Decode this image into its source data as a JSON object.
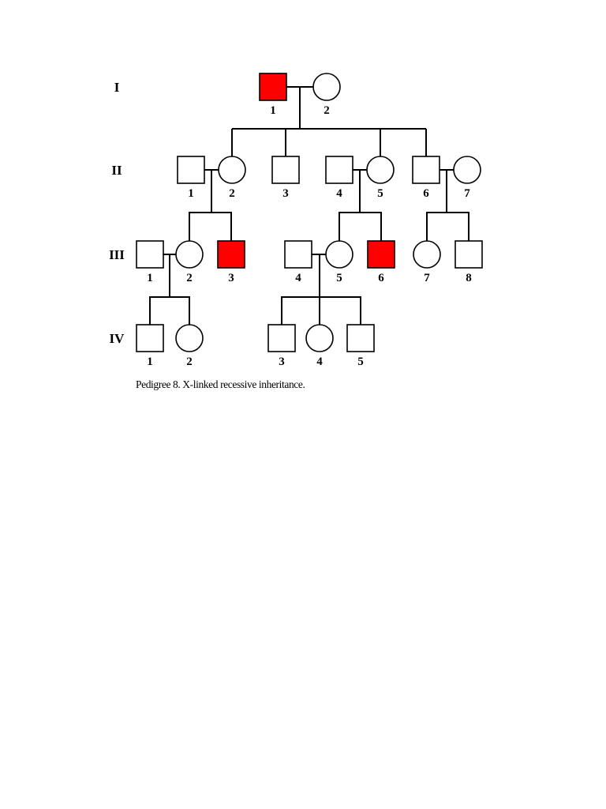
{
  "colors": {
    "affected": "#ff0000",
    "unaffected": "#ffffff",
    "outline": "#000000"
  },
  "generations": [
    {
      "label": "I",
      "individuals": [
        {
          "id": "1",
          "sex": "male",
          "affected": true
        },
        {
          "id": "2",
          "sex": "female",
          "affected": false
        }
      ]
    },
    {
      "label": "II",
      "individuals": [
        {
          "id": "1",
          "sex": "male",
          "affected": false
        },
        {
          "id": "2",
          "sex": "female",
          "affected": false
        },
        {
          "id": "3",
          "sex": "male",
          "affected": false
        },
        {
          "id": "4",
          "sex": "male",
          "affected": false
        },
        {
          "id": "5",
          "sex": "female",
          "affected": false
        },
        {
          "id": "6",
          "sex": "male",
          "affected": false
        },
        {
          "id": "7",
          "sex": "female",
          "affected": false
        }
      ]
    },
    {
      "label": "III",
      "individuals": [
        {
          "id": "1",
          "sex": "male",
          "affected": false
        },
        {
          "id": "2",
          "sex": "female",
          "affected": false
        },
        {
          "id": "3",
          "sex": "male",
          "affected": true
        },
        {
          "id": "4",
          "sex": "male",
          "affected": false
        },
        {
          "id": "5",
          "sex": "female",
          "affected": false
        },
        {
          "id": "6",
          "sex": "male",
          "affected": true
        },
        {
          "id": "7",
          "sex": "female",
          "affected": false
        },
        {
          "id": "8",
          "sex": "male",
          "affected": false
        }
      ]
    },
    {
      "label": "IV",
      "individuals": [
        {
          "id": "1",
          "sex": "male",
          "affected": false
        },
        {
          "id": "2",
          "sex": "female",
          "affected": false
        },
        {
          "id": "3",
          "sex": "male",
          "affected": false
        },
        {
          "id": "4",
          "sex": "female",
          "affected": false
        },
        {
          "id": "5",
          "sex": "male",
          "affected": false
        }
      ]
    }
  ],
  "caption": "Pedigree 8. X-linked recessive inheritance."
}
